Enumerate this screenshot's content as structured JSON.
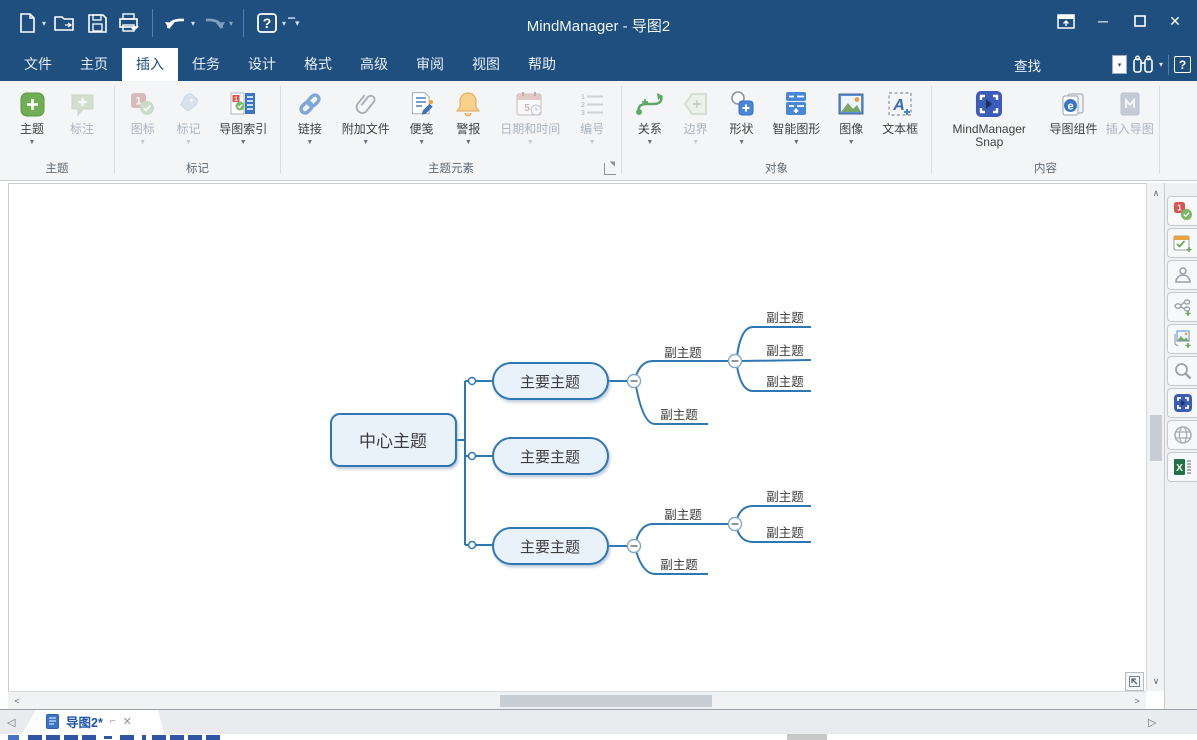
{
  "window": {
    "title": "MindManager - 导图2"
  },
  "qat": {
    "icons": [
      "new-document",
      "open-file",
      "save",
      "print",
      "undo",
      "redo",
      "help",
      "customize"
    ]
  },
  "menu": {
    "tabs": [
      "文件",
      "主页",
      "插入",
      "任务",
      "设计",
      "格式",
      "高级",
      "审阅",
      "视图",
      "帮助"
    ],
    "active_tab": "插入"
  },
  "find": {
    "label": "查找"
  },
  "ribbon": {
    "groups": [
      {
        "label": "主题",
        "items": [
          {
            "label": "主题",
            "disabled": false,
            "dropdown": true
          },
          {
            "label": "标注",
            "disabled": true,
            "dropdown": false
          }
        ]
      },
      {
        "label": "标记",
        "items": [
          {
            "label": "图标",
            "disabled": true,
            "dropdown": true
          },
          {
            "label": "标记",
            "disabled": true,
            "dropdown": true
          },
          {
            "label": "导图索引",
            "disabled": false,
            "dropdown": true
          }
        ]
      },
      {
        "label": "主题元素",
        "items": [
          {
            "label": "链接",
            "disabled": false,
            "dropdown": true
          },
          {
            "label": "附加文件",
            "disabled": false,
            "dropdown": true
          },
          {
            "label": "便笺",
            "disabled": false,
            "dropdown": true
          },
          {
            "label": "警报",
            "disabled": false,
            "dropdown": true
          },
          {
            "label": "日期和时间",
            "disabled": true,
            "dropdown": true
          },
          {
            "label": "编号",
            "disabled": true,
            "dropdown": true
          }
        ]
      },
      {
        "label": "对象",
        "items": [
          {
            "label": "关系",
            "disabled": false,
            "dropdown": true
          },
          {
            "label": "边界",
            "disabled": true,
            "dropdown": true
          },
          {
            "label": "形状",
            "disabled": false,
            "dropdown": true
          },
          {
            "label": "智能图形",
            "disabled": false,
            "dropdown": true
          },
          {
            "label": "图像",
            "disabled": false,
            "dropdown": true
          },
          {
            "label": "文本框",
            "disabled": false,
            "dropdown": false
          }
        ]
      },
      {
        "label": "内容",
        "items": [
          {
            "label": "MindManager Snap",
            "disabled": false,
            "dropdown": false
          },
          {
            "label": "导图组件",
            "disabled": false,
            "dropdown": false
          },
          {
            "label": "插入导图",
            "disabled": true,
            "dropdown": false
          }
        ]
      }
    ]
  },
  "mindmap": {
    "colors": {
      "branch": "#2e77b5",
      "topic_fill": "#e9f1fb",
      "topic_border": "#2e77b5"
    },
    "center": {
      "label": "中心主题"
    },
    "mains": [
      {
        "label": "主要主题",
        "subs": [
          {
            "label": "副主题",
            "children": [
              {
                "label": "副主题"
              },
              {
                "label": "副主题"
              },
              {
                "label": "副主题"
              }
            ]
          },
          {
            "label": "副主题",
            "children": []
          }
        ]
      },
      {
        "label": "主要主题",
        "subs": []
      },
      {
        "label": "主要主题",
        "subs": [
          {
            "label": "副主题",
            "children": [
              {
                "label": "副主题"
              },
              {
                "label": "副主题"
              }
            ]
          },
          {
            "label": "副主题",
            "children": []
          }
        ]
      }
    ]
  },
  "right_panel": {
    "tabs": [
      "markers",
      "task-info",
      "resources",
      "map-parts",
      "image-library",
      "search",
      "snap",
      "web",
      "excel"
    ]
  },
  "bottom": {
    "doc_tab": "导图2*"
  },
  "accent": {
    "titlebar": "#1e4f7e",
    "active_tab_text": "#1e4f7e"
  }
}
